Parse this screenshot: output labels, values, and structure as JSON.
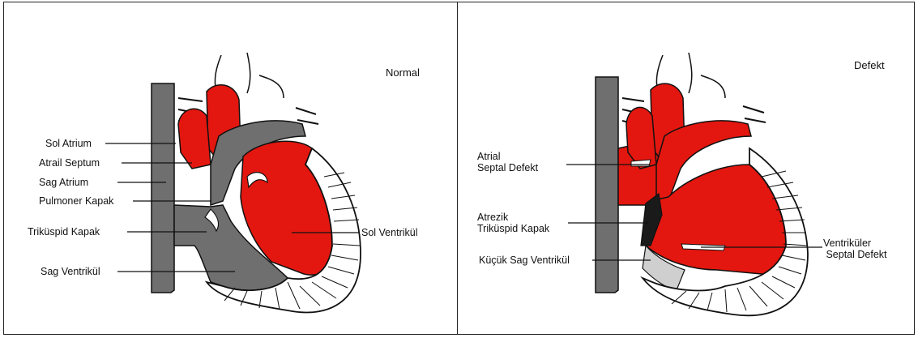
{
  "colors": {
    "red": "#e3170f",
    "gray": "#6f6f6f",
    "darkred": "#b00d08",
    "outline": "#111111",
    "stipple": "#cfcfcf"
  },
  "left": {
    "title": "Normal",
    "labels": {
      "sol_atrium": "Sol Atrium",
      "atrail_septum": "Atrail Septum",
      "sag_atrium": "Sag Atrium",
      "pulmoner_kapak": "Pulmoner Kapak",
      "trikuspid_kapak": "Triküspid Kapak",
      "sag_ventrikul": "Sag Ventrikül",
      "sol_ventrikul": "Sol Ventrikül"
    }
  },
  "right": {
    "title": "Defekt",
    "labels": {
      "atrial_septal_defekt": "Atrial\nSeptal Defekt",
      "atrezik_trikuspid": "Atrezik\nTriküspid Kapak",
      "kucuk_sag_ventrikul": "Küçük Sag Ventrikül",
      "ventrikuler_septal_defekt": "Ventriküler\n Septal Defekt"
    }
  }
}
